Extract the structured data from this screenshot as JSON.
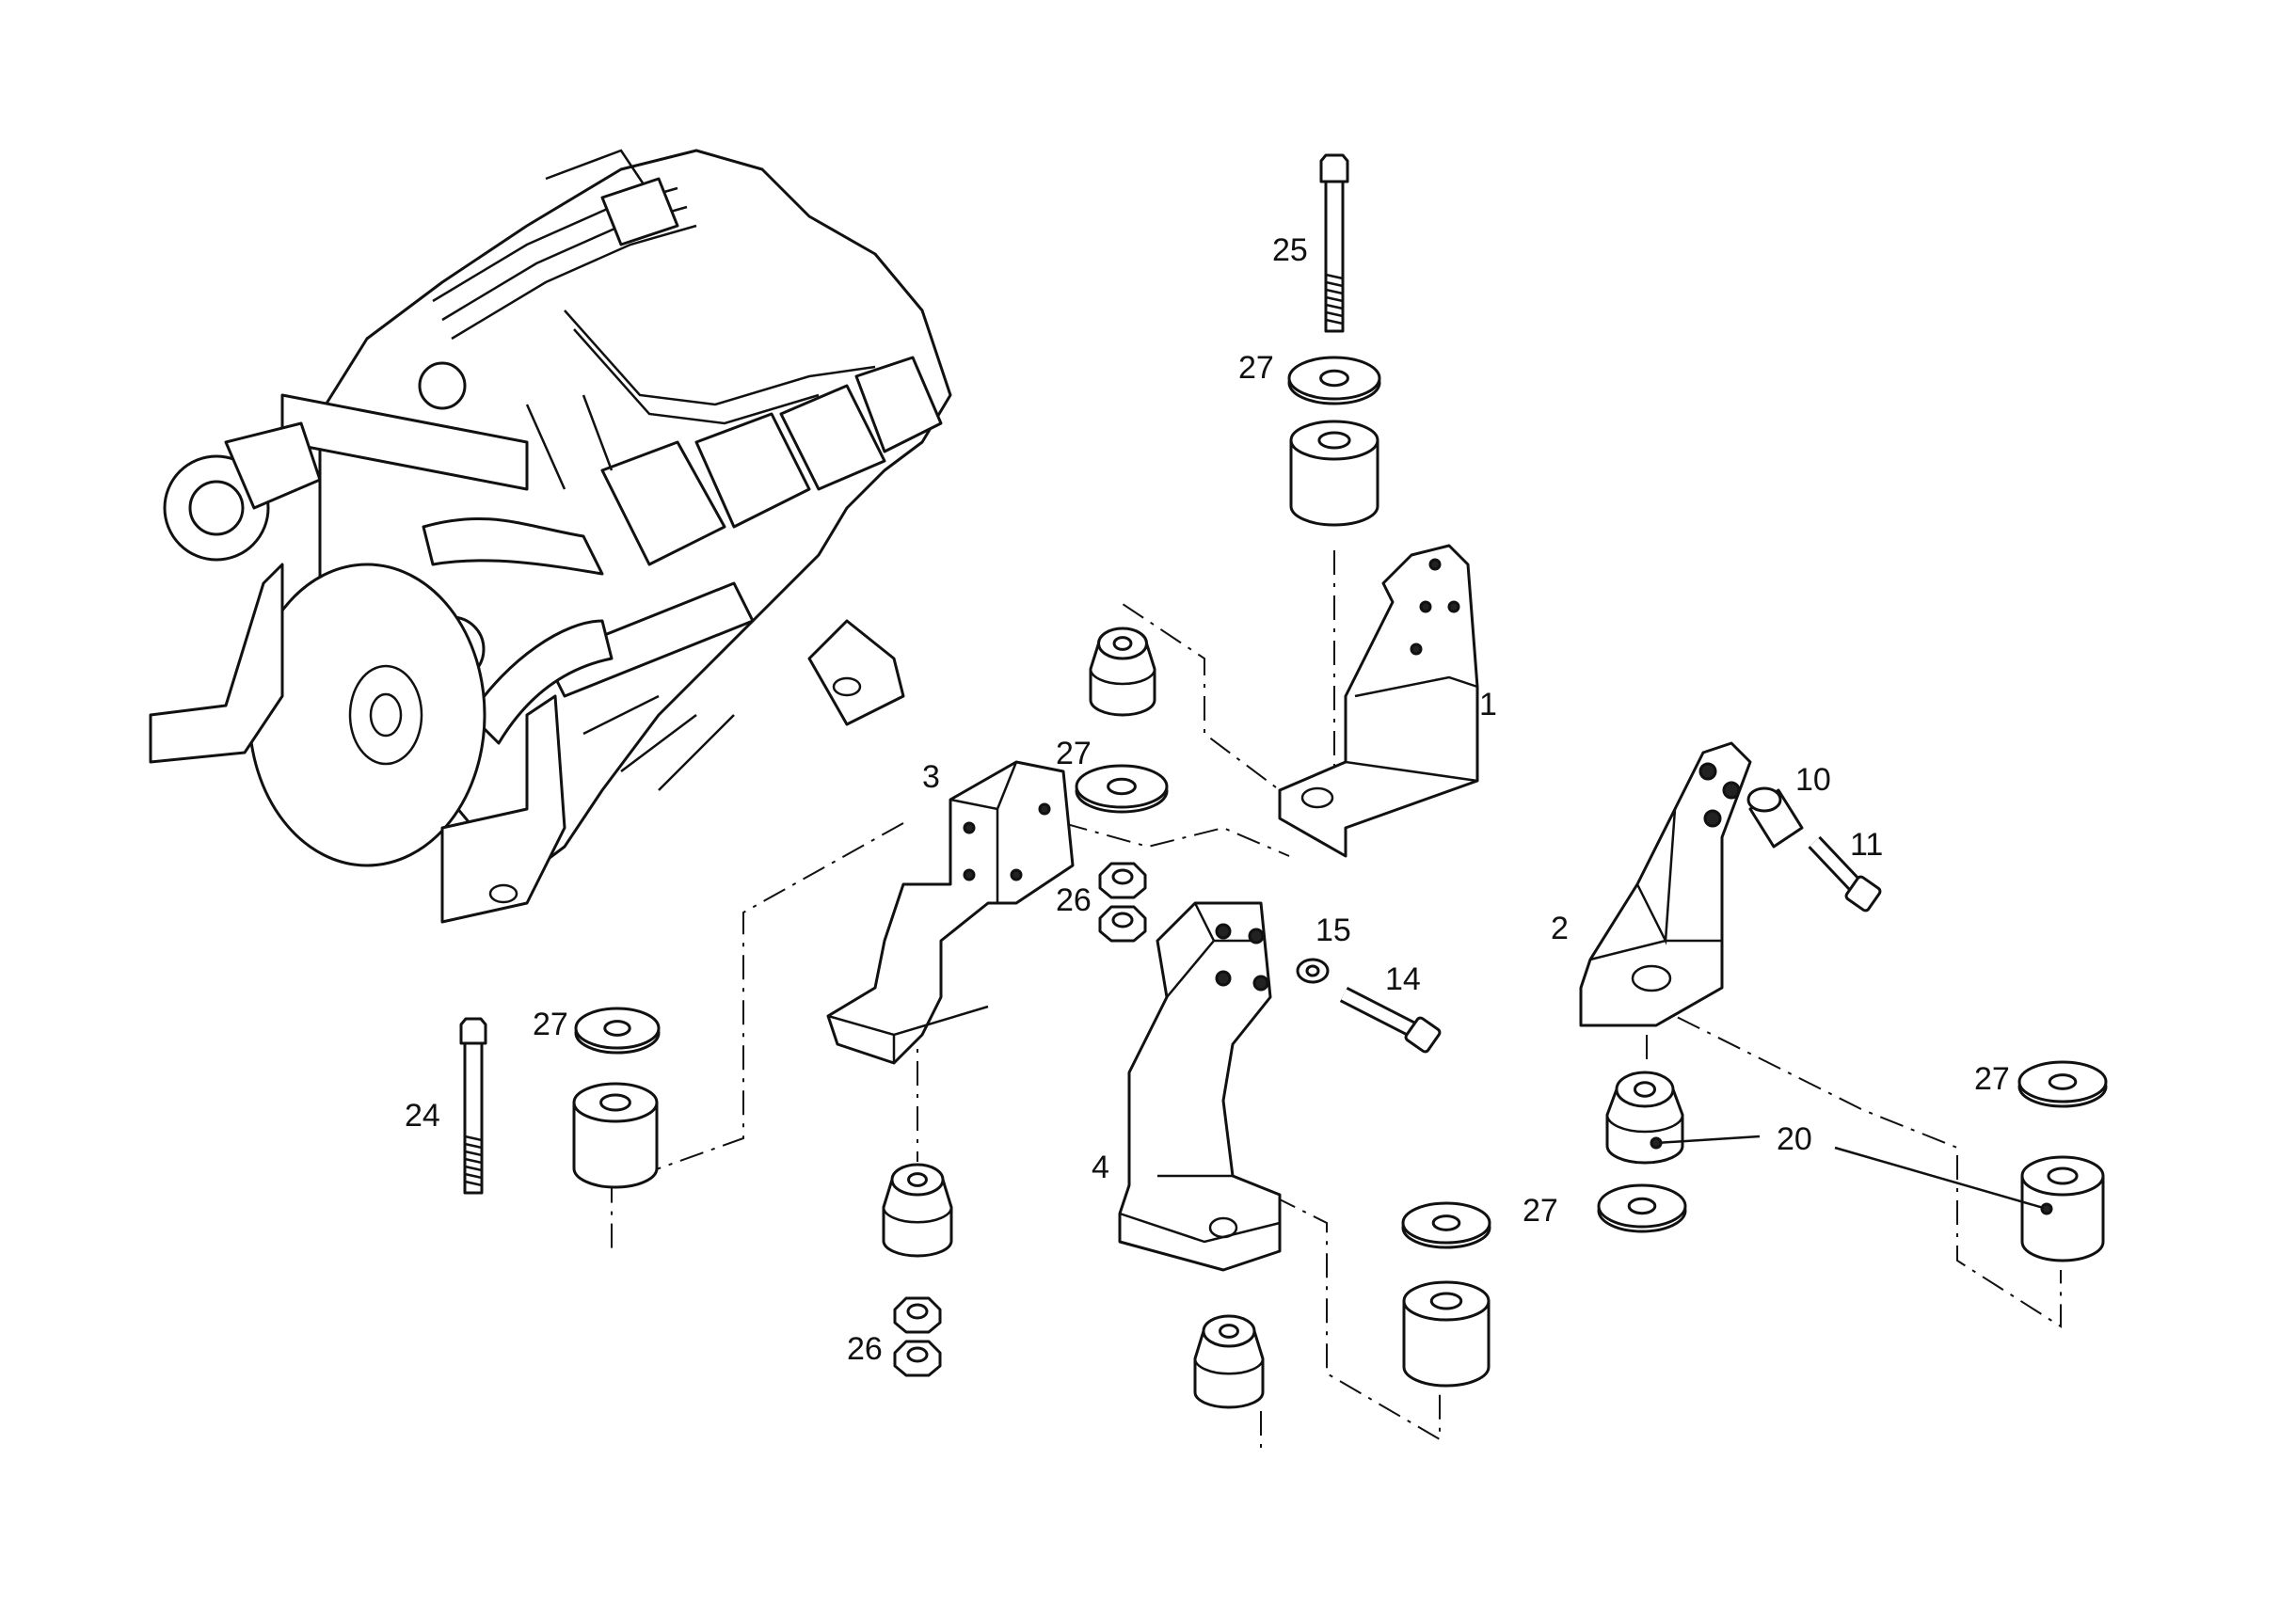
{
  "callouts": {
    "c1": "1",
    "c2": "2",
    "c3": "3",
    "c4": "4",
    "c10": "10",
    "c11": "11",
    "c14": "14",
    "c15": "15",
    "c20": "20",
    "c24": "24",
    "c25": "25",
    "c26a": "26",
    "c26b": "26",
    "c27a": "27",
    "c27b": "27",
    "c27c": "27",
    "c27d": "27",
    "c27e": "27"
  },
  "colors": {
    "line": "#111111",
    "background": "#ffffff"
  }
}
